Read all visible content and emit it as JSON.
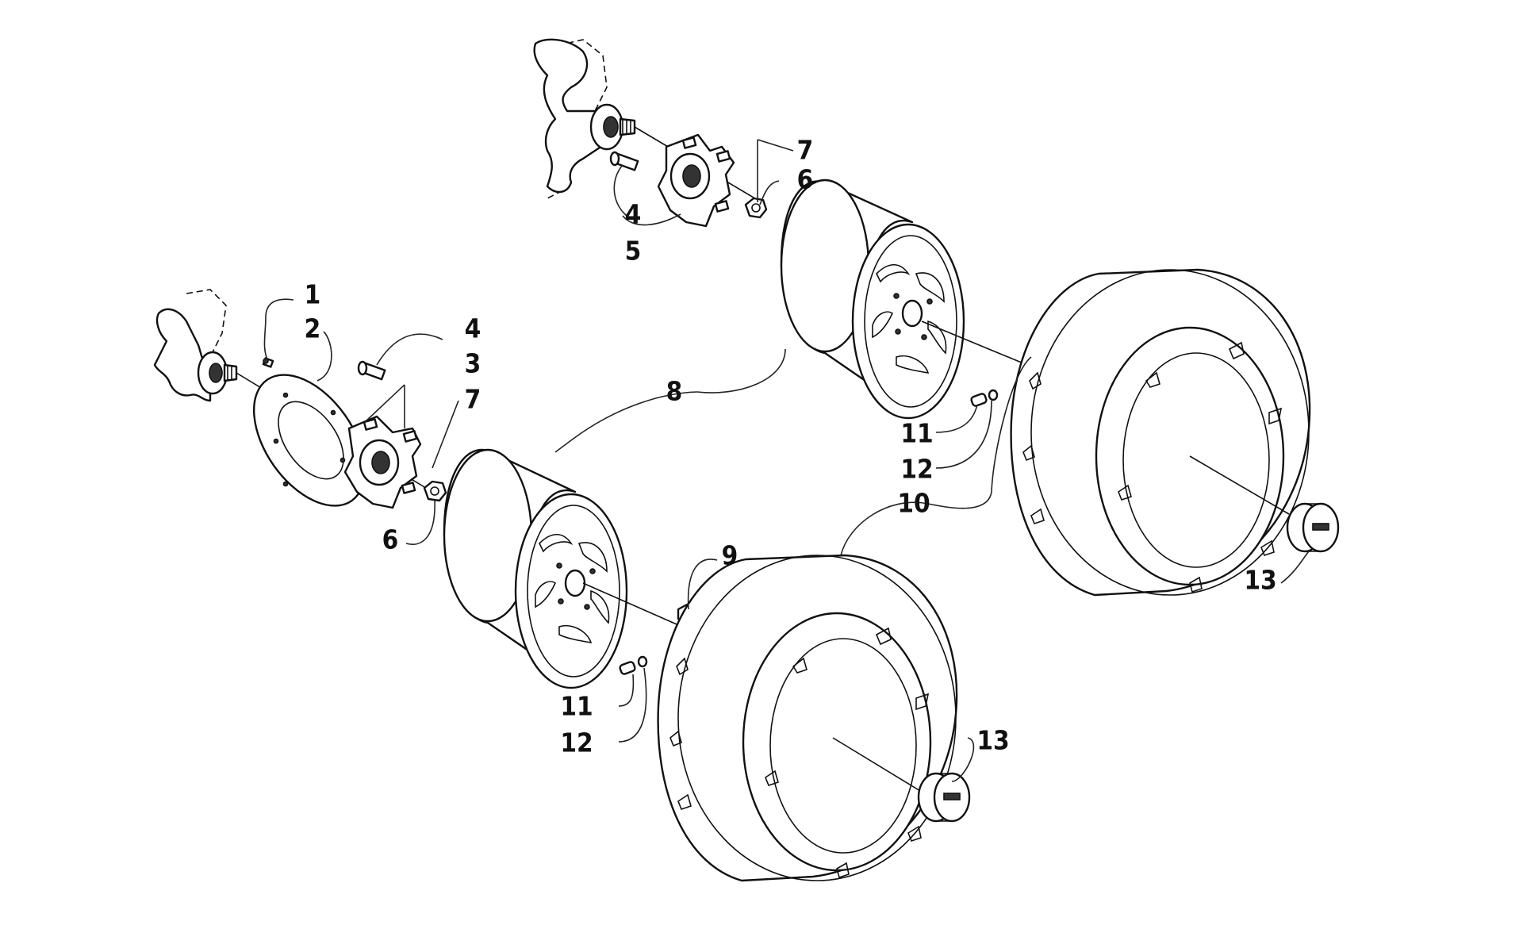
{
  "diagram": {
    "callouts": [
      {
        "id": "c1",
        "text": "1"
      },
      {
        "id": "c2",
        "text": "2"
      },
      {
        "id": "c3",
        "text": "3"
      },
      {
        "id": "c4a",
        "text": "4"
      },
      {
        "id": "c4b",
        "text": "4"
      },
      {
        "id": "c5",
        "text": "5"
      },
      {
        "id": "c6a",
        "text": "6"
      },
      {
        "id": "c6b",
        "text": "6"
      },
      {
        "id": "c7a",
        "text": "7"
      },
      {
        "id": "c7b",
        "text": "7"
      },
      {
        "id": "c8",
        "text": "8"
      },
      {
        "id": "c9",
        "text": "9"
      },
      {
        "id": "c10",
        "text": "10"
      },
      {
        "id": "c11a",
        "text": "11"
      },
      {
        "id": "c11b",
        "text": "11"
      },
      {
        "id": "c12a",
        "text": "12"
      },
      {
        "id": "c12b",
        "text": "12"
      },
      {
        "id": "c13a",
        "text": "13"
      },
      {
        "id": "c13b",
        "text": "13"
      }
    ]
  }
}
